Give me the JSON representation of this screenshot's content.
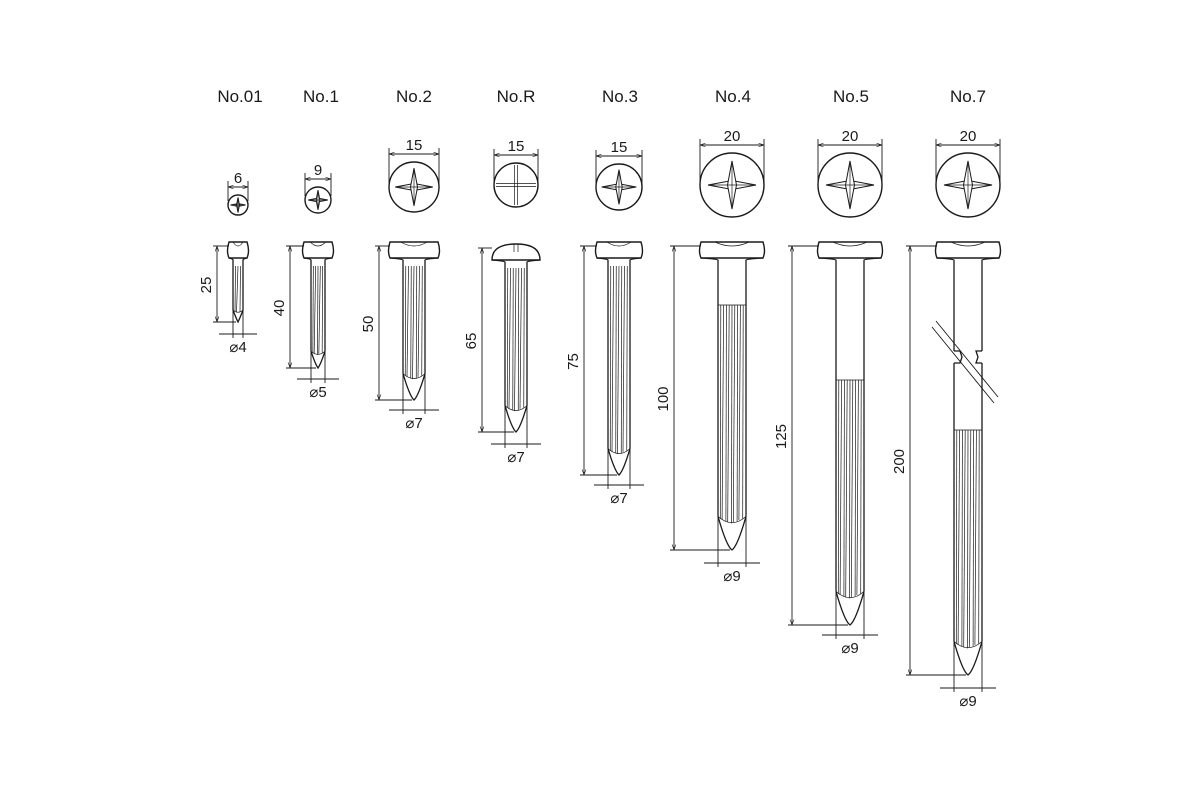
{
  "nails": [
    {
      "title": "No.01",
      "head_dim": "6",
      "length": "25",
      "diameter": "⌀4"
    },
    {
      "title": "No.1",
      "head_dim": "9",
      "length": "40",
      "diameter": "⌀5"
    },
    {
      "title": "No.2",
      "head_dim": "15",
      "length": "50",
      "diameter": "⌀7"
    },
    {
      "title": "No.R",
      "head_dim": "15",
      "length": "65",
      "diameter": "⌀7"
    },
    {
      "title": "No.3",
      "head_dim": "15",
      "length": "75",
      "diameter": "⌀7"
    },
    {
      "title": "No.4",
      "head_dim": "20",
      "length": "100",
      "diameter": "⌀9"
    },
    {
      "title": "No.5",
      "head_dim": "20",
      "length": "125",
      "diameter": "⌀9"
    },
    {
      "title": "No.7",
      "head_dim": "20",
      "length": "200",
      "diameter": "⌀9"
    }
  ]
}
